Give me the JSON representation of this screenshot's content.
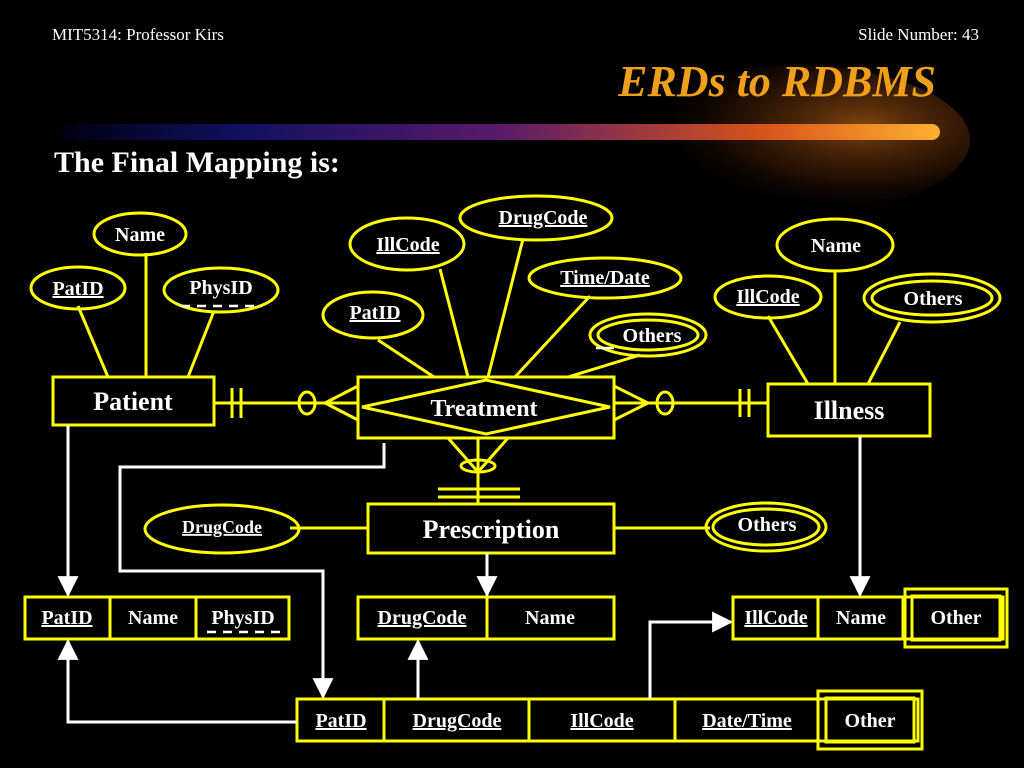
{
  "header": {
    "course": "MIT5314: Professor Kirs",
    "slide_number": "Slide Number: 43"
  },
  "title": "ERDs to RDBMS",
  "subtitle": "The Final Mapping is:",
  "colors": {
    "line": "#ffff00",
    "text": "#ffffff",
    "title": "#f0a018",
    "background": "#000000"
  },
  "entities": {
    "patient": "Patient",
    "treatment": "Treatment",
    "illness": "Illness",
    "prescription": "Prescription"
  },
  "attributes": {
    "patient_name": "Name",
    "patient_patid": "PatID",
    "patient_physid": "PhysID",
    "treat_illcode": "IllCode",
    "treat_drugcode": "DrugCode",
    "treat_timedate": "Time/Date",
    "treat_patid": "PatID",
    "treat_others": "Others",
    "illness_name": "Name",
    "illness_illcode": "IllCode",
    "illness_others": "Others",
    "presc_drugcode": "DrugCode",
    "presc_others": "Others"
  },
  "tables": {
    "patient": [
      "PatID",
      "Name",
      "PhysID"
    ],
    "prescription": [
      "DrugCode",
      "Name"
    ],
    "illness": [
      "IllCode",
      "Name",
      "Other"
    ],
    "treatment": [
      "PatID",
      "DrugCode",
      "IllCode",
      "Date/Time",
      "Other"
    ]
  }
}
